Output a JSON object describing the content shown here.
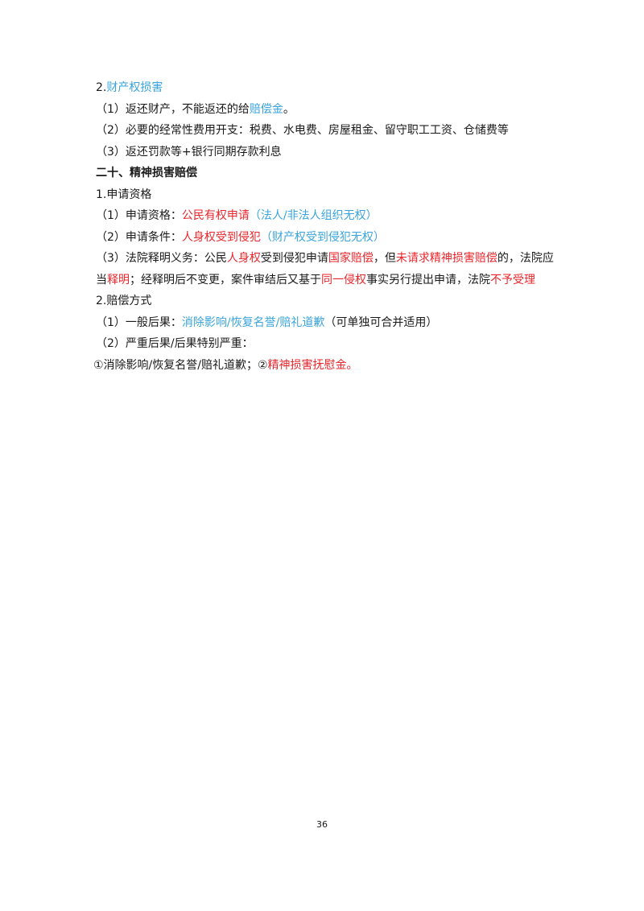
{
  "lines": [
    {
      "segments": [
        {
          "t": "2.",
          "c": "default"
        },
        {
          "t": "财产权损害",
          "c": "blue"
        }
      ]
    },
    {
      "segments": [
        {
          "t": "（1）返还财产，不能返还的给",
          "c": "default"
        },
        {
          "t": "赔偿金",
          "c": "blue"
        },
        {
          "t": "。",
          "c": "default"
        }
      ]
    },
    {
      "segments": [
        {
          "t": "（2）必要的经常性费用开支：税费、水电费、房屋租金、留守职工工资、仓储费等",
          "c": "default"
        }
      ]
    },
    {
      "segments": [
        {
          "t": "（3）返还罚款等+银行同期存款利息",
          "c": "default"
        }
      ]
    },
    {
      "heading": true,
      "segments": [
        {
          "t": "二十、精神损害赔偿",
          "c": "default"
        }
      ]
    },
    {
      "segments": [
        {
          "t": "1.申请资格",
          "c": "default"
        }
      ]
    },
    {
      "segments": [
        {
          "t": "（1）申请资格：",
          "c": "default"
        },
        {
          "t": "公民有权申请",
          "c": "red"
        },
        {
          "t": "（法人/非法人组织无权）",
          "c": "blue"
        }
      ]
    },
    {
      "segments": [
        {
          "t": "（2）申请条件：",
          "c": "default"
        },
        {
          "t": "人身权受到侵犯",
          "c": "red"
        },
        {
          "t": "（财产权受到侵犯无权）",
          "c": "blue"
        }
      ]
    },
    {
      "wrap": true,
      "segments": [
        {
          "t": "（3）法院释明义务：公民",
          "c": "default"
        },
        {
          "t": "人身权",
          "c": "red"
        },
        {
          "t": "受到侵犯申请",
          "c": "default"
        },
        {
          "t": "国家赔偿",
          "c": "red"
        },
        {
          "t": "，但",
          "c": "default"
        },
        {
          "t": "未请求精神损害赔偿",
          "c": "red"
        },
        {
          "t": "的，法院应当",
          "c": "default"
        },
        {
          "t": "释明",
          "c": "red"
        },
        {
          "t": "；经释明后不变更，案件审结后又基于",
          "c": "default"
        },
        {
          "t": "同一侵权",
          "c": "red"
        },
        {
          "t": "事实另行提出申请，法院",
          "c": "default"
        },
        {
          "t": "不予受理",
          "c": "red"
        }
      ]
    },
    {
      "segments": [
        {
          "t": "2.赔偿方式",
          "c": "default"
        }
      ]
    },
    {
      "segments": [
        {
          "t": "（1）一般后果：",
          "c": "default"
        },
        {
          "t": "消除影响/恢复名誉/赔礼道歉",
          "c": "blue"
        },
        {
          "t": "（可单独可合并适用）",
          "c": "default"
        }
      ]
    },
    {
      "segments": [
        {
          "t": "（2）严重后果/后果特别严重：",
          "c": "default"
        }
      ]
    },
    {
      "outdent": true,
      "segments": [
        {
          "t": "①消除影响/恢复名誉/赔礼道歉；②",
          "c": "default"
        },
        {
          "t": "精神损害抚慰金。",
          "c": "red"
        }
      ]
    }
  ],
  "page_number": "36"
}
